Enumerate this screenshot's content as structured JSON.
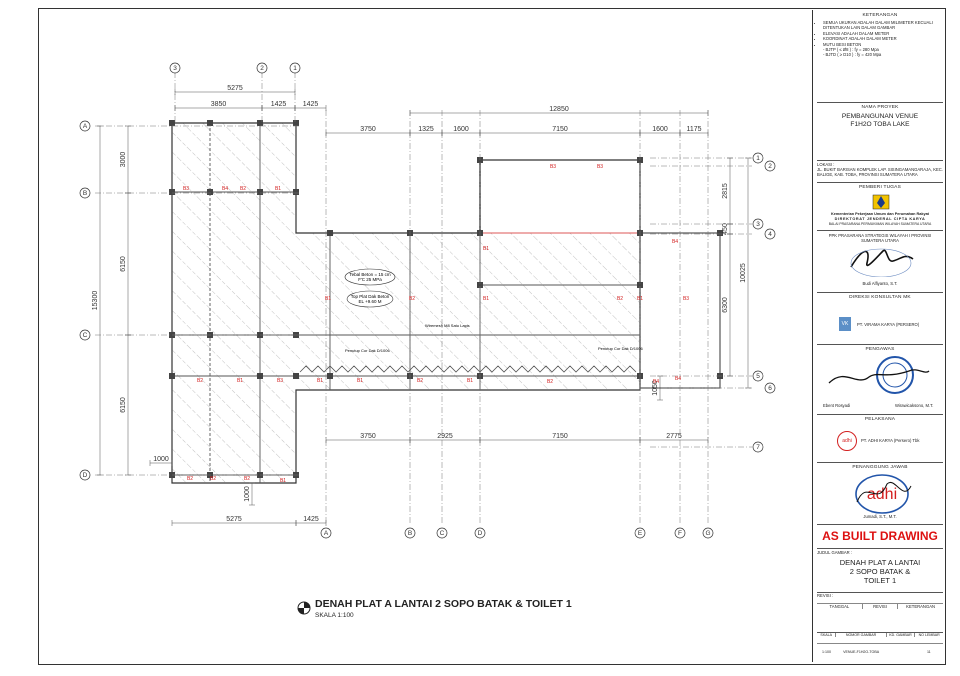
{
  "drawing": {
    "title": "DENAH PLAT A LANTAI 2 SOPO BATAK & TOILET 1",
    "scale": "SKALA 1:100",
    "top_dims_left": [
      "5275",
      "3850",
      "1425",
      "1425"
    ],
    "top_dims_right": [
      "12850",
      "3750",
      "1325",
      "1600",
      "7150",
      "1600",
      "1175"
    ],
    "bottom_dims": [
      "3750",
      "2925",
      "7150",
      "2775"
    ],
    "bottom_dims_left": [
      "5275",
      "1425"
    ],
    "left_dims": [
      "3000",
      "15300",
      "6150",
      "6150"
    ],
    "right_dims": [
      "2815",
      "10025",
      "450",
      "6300",
      "1050"
    ],
    "small_dims": [
      "1000",
      "1000"
    ],
    "grid_top_left": [
      "3",
      "2",
      "1"
    ],
    "grid_left": [
      "A",
      "B",
      "C",
      "D"
    ],
    "grid_right": [
      "1",
      "2",
      "3",
      "4",
      "5",
      "6",
      "7"
    ],
    "grid_bottom": [
      "A",
      "B",
      "C",
      "D",
      "E",
      "F",
      "G"
    ],
    "notes": [
      {
        "t": "Tebal Beton = 15 cm",
        "s": "F'C 25 MPa"
      },
      {
        "t": "Top Plat Dak Beton",
        "s": "EL +9.60 M"
      }
    ],
    "wall_labels": [
      "Wiremesh M8 Satu Lapis",
      "Penutup Cor Dak D/1006",
      "Penutup Cor Dak D/1006"
    ],
    "beam_labels": [
      "B3",
      "B3",
      "B1",
      "B1",
      "B4",
      "B4",
      "B1",
      "B2",
      "B2",
      "B3",
      "B4",
      "B2",
      "B1",
      "B2",
      "B1",
      "B3",
      "B1",
      "B1",
      "B2",
      "B1",
      "B2",
      "B4",
      "B1",
      "B3",
      "B2",
      "B1",
      "B2",
      "B2"
    ]
  },
  "titleblock": {
    "keterangan_hdr": "KETERANGAN",
    "notes": [
      "SEMUA UKURAN ADALAH DALAM MILIMETER KECUALI DITENTUKAN LAIN DALAM GAMBAR",
      "ELEVASI ADALAH DALAM METER",
      "KOORDINAT ADALAH DALAM METER",
      "MUTU BESI BETON",
      "- BJTP ( ≤ Ø8 ) : fy = 280 Mpa",
      "- BJTD ( ≥ D10 ) : fy = 420 Mpa"
    ],
    "proyek_hdr": "NAMA PROYEK",
    "proyek": "PEMBANGUNAN VENUE F1H2O TOBA LAKE",
    "lokasi_label": "LOKASI :",
    "lokasi": "JL. BUKIT BARISAN KOMPLEK LAP. SISINGAMANGARAJA, KEC. BALIGE, KAB. TOBA, PROVINSI SUMATERA UTARA",
    "pemberi_hdr": "PEMBERI TUGAS",
    "kementerian": "Kementerian Pekerjaan Umum dan Perumahan Rakyat",
    "dirjen": "DIREKTORAT JENDERAL CIPTA KARYA",
    "balai": "BALAI PRASARANA PERMUKIMAN WILAYAH SUMATERA UTARA",
    "ppk": "PPK PRASARANA STRATEGIS WILAYAH I PROVINSI SUMATERA UTARA",
    "ppk_name": "Budi Alfiyanto, S.T.",
    "direksi_hdr": "DIREKSI KONSULTAN MK",
    "mk": "PT. VIRAMA KARYA (PERSERO)",
    "mk_logo": "VK",
    "pengawas_hdr": "PENGAWAS",
    "pengawas_name": "Ebent Rosyadi",
    "pengawas_name2": "Wirawicaksono, M.T.",
    "kontraktor_hdr": "PELAKSANA",
    "kontraktor": "PT. ADHI KARYA (Persero) Tbk",
    "kontraktor_logo": "adhi",
    "penanggung_hdr": "PENANGGUNG JAWAB",
    "penanggung_name": "Jumadi, S.T., M.T.",
    "asbuilt": "AS BUILT DRAWING",
    "judul_label": "JUDUL GAMBAR :",
    "judul": "DENAH PLAT A LANTAI 2 SOPO BATAK & TOILET 1",
    "revisi_label": "REVISI :",
    "rev_cols": [
      "TANGGAL",
      "REVISI",
      "KETERANGAN"
    ],
    "foot_cols": [
      "SKALA",
      "NOMOR GAMBAR",
      "KD. GAMBAR",
      "NO LEMBAR"
    ],
    "foot_vals": [
      "1:100",
      "VENUE-F1H2O-TOBA",
      "",
      "11"
    ]
  },
  "colors": {
    "line": "#333333",
    "grid": "#777777",
    "red": "#d32020",
    "hatch": "#888888",
    "blue": "#2255aa"
  }
}
